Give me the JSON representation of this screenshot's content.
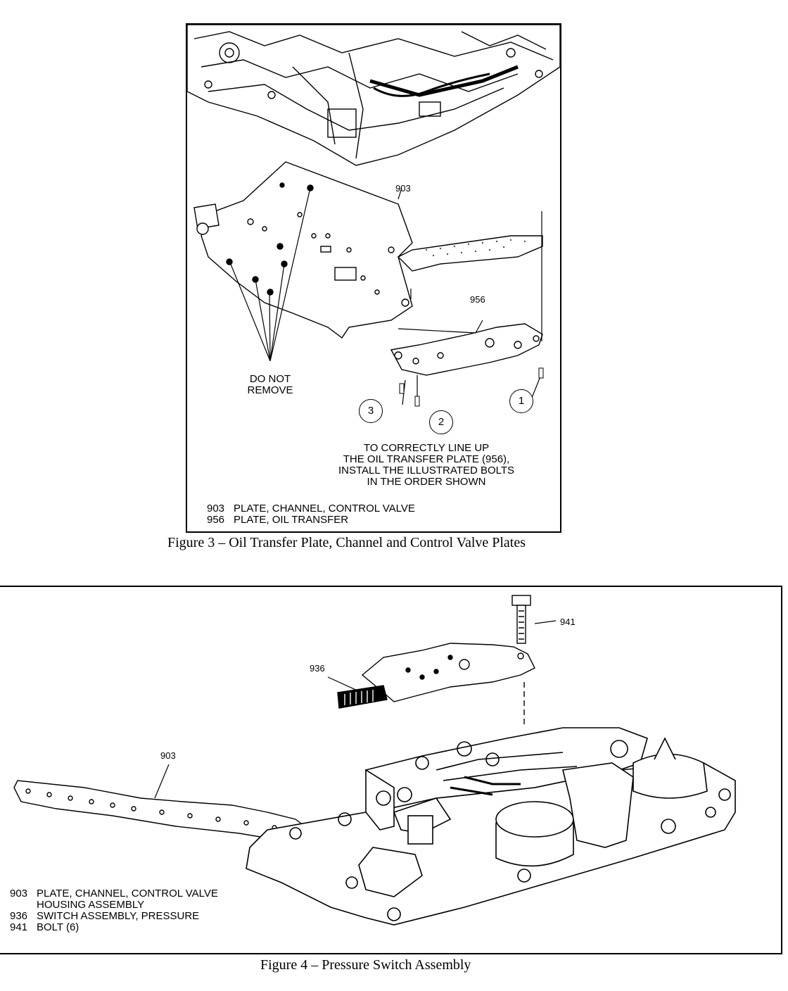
{
  "figure3": {
    "caption": "Figure 3 – Oil Transfer Plate, Channel and Control Valve Plates",
    "callouts": {
      "c903": "903",
      "c956": "956"
    },
    "do_not_remove": [
      "DO NOT",
      "REMOVE"
    ],
    "bolt_order": [
      "1",
      "2",
      "3"
    ],
    "instruction": [
      "TO CORRECTLY LINE UP",
      "THE OIL TRANSFER PLATE (956),",
      "INSTALL THE ILLUSTRATED BOLTS",
      "IN THE ORDER SHOWN"
    ],
    "legend": [
      {
        "code": "903",
        "text": "PLATE, CHANNEL, CONTROL VALVE"
      },
      {
        "code": "956",
        "text": "PLATE, OIL TRANSFER"
      }
    ]
  },
  "figure4": {
    "caption": "Figure 4 – Pressure Switch Assembly",
    "callouts": {
      "c941": "941",
      "c936": "936",
      "c903": "903"
    },
    "legend": [
      {
        "code": "903",
        "text": "PLATE, CHANNEL, CONTROL VALVE"
      },
      {
        "code": "",
        "text": "HOUSING ASSEMBLY"
      },
      {
        "code": "936",
        "text": "SWITCH ASSEMBLY, PRESSURE"
      },
      {
        "code": "941",
        "text": "BOLT (6)"
      }
    ]
  }
}
